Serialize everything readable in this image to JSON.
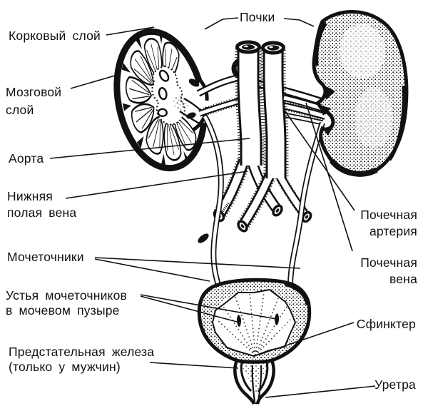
{
  "figure": {
    "colors": {
      "ink": "#111111",
      "background": "#ffffff"
    }
  },
  "labels": {
    "pochki": [
      "Почки"
    ],
    "korkovy_sloy": [
      "Корковый слой"
    ],
    "mozgovoy_sloy": [
      "Мозговой",
      "слой"
    ],
    "aorta": [
      "Аорта"
    ],
    "polaya_vena": [
      "Нижняя",
      "полая вена"
    ],
    "mochetochniki": [
      "Мочеточники"
    ],
    "ustya": [
      "Устья мочеточников",
      "в мочевом пузыре"
    ],
    "prostata": [
      "Предстательная железа",
      "(только у мужчин)"
    ],
    "poch_arteria": [
      "Почечная",
      "артерия"
    ],
    "poch_vena": [
      "Почечная",
      "вена"
    ],
    "sfinkter": [
      "Сфинктер"
    ],
    "uretra": [
      "Уретра"
    ]
  }
}
